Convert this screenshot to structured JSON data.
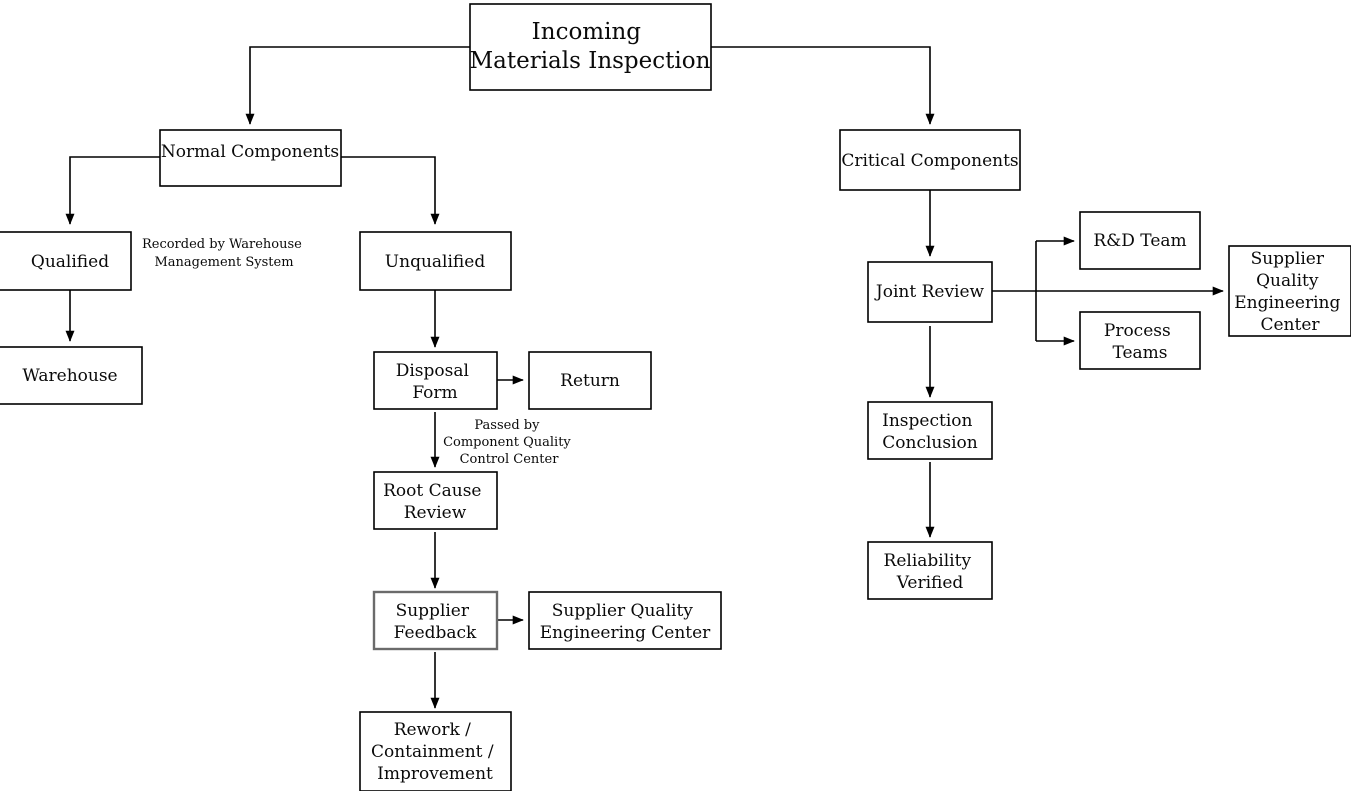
{
  "diagram": {
    "title": "Incoming Materials Inspection Flowchart",
    "background_color": "#ffffff",
    "line_color": "#000000",
    "accent_border_color": "#6b6b6b",
    "text_color": "#0a0a0a"
  },
  "nodes": {
    "incoming": {
      "lines": [
        "Incoming",
        "Materials Inspection"
      ],
      "font_size": 23
    },
    "normal_components": {
      "lines": [
        "Normal Components"
      ],
      "font_size": 17
    },
    "critical_components": {
      "lines": [
        "Critical Components"
      ],
      "font_size": 17
    },
    "qualified": {
      "lines": [
        "Qualified"
      ],
      "font_size": 17
    },
    "warehouse": {
      "lines": [
        "Warehouse"
      ],
      "font_size": 17
    },
    "unqualified": {
      "lines": [
        "Unqualified"
      ],
      "font_size": 17
    },
    "disposal_form": {
      "lines": [
        "Disposal",
        "Form"
      ],
      "font_size": 17
    },
    "return_box": {
      "lines": [
        "Return"
      ],
      "font_size": 17
    },
    "root_cause_review": {
      "lines": [
        "Root Cause",
        "Review"
      ],
      "font_size": 17
    },
    "supplier_feedback": {
      "lines": [
        "Supplier",
        "Feedback"
      ],
      "font_size": 17
    },
    "sqec_left": {
      "lines": [
        "Supplier Quality",
        "Engineering Center"
      ],
      "font_size": 17
    },
    "rework": {
      "lines": [
        "Rework /",
        "Containment /",
        "Improvement"
      ],
      "font_size": 17
    },
    "joint_review": {
      "lines": [
        "Joint Review"
      ],
      "font_size": 17
    },
    "rd_team": {
      "lines": [
        "R&D Team"
      ],
      "font_size": 17
    },
    "process_teams": {
      "lines": [
        "Process",
        "Teams"
      ],
      "font_size": 17
    },
    "sqec_right": {
      "lines": [
        "Supplier",
        "Quality",
        "Engineering",
        "Center"
      ],
      "font_size": 17
    },
    "inspection_conclusion": {
      "lines": [
        "Inspection",
        "Conclusion"
      ],
      "font_size": 17
    },
    "reliability_verified": {
      "lines": [
        "Reliability",
        "Verified"
      ],
      "font_size": 17
    }
  },
  "edge_labels": {
    "warehouse_mgmt": {
      "lines": [
        "Recorded by Warehouse",
        "Management System"
      ],
      "font_size": 13
    },
    "component_quality": {
      "lines": [
        "Passed by",
        "Component Quality",
        "Control Center"
      ],
      "font_size": 13
    }
  }
}
